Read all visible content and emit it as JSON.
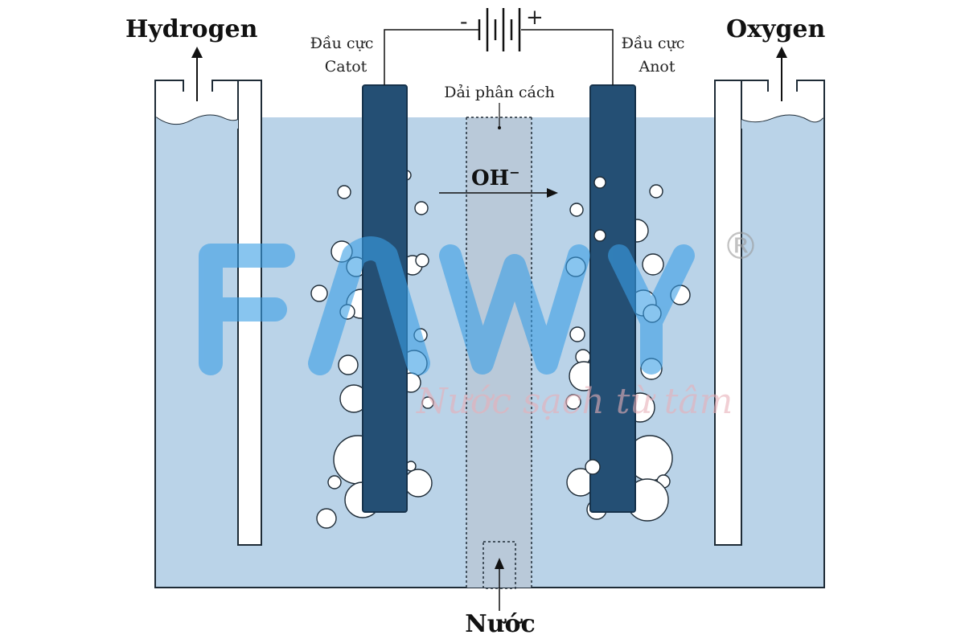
{
  "labels": {
    "hydrogen": "Hydrogen",
    "oxygen": "Oxygen",
    "cathode_line1": "Đầu cực",
    "cathode_line2": "Catot",
    "anode_line1": "Đầu cực",
    "anode_line2": "Anot",
    "separator": "Dải phân cách",
    "ion": "OH",
    "ion_charge": "−",
    "water": "Nước",
    "battery_minus": "-",
    "battery_plus": "+"
  },
  "watermark": {
    "brand": "FAWY",
    "tagline": "Nước sạch từ tâm",
    "registered": "®"
  },
  "colors": {
    "electrolyte": "#bad3e8",
    "electrode": "#244f74",
    "separator": "#b9c9d9",
    "outline": "#1e2b36",
    "bubble": "#ffffff",
    "watermark_blue": "#3a9fe6",
    "watermark_pink": "#e8b0b8"
  }
}
